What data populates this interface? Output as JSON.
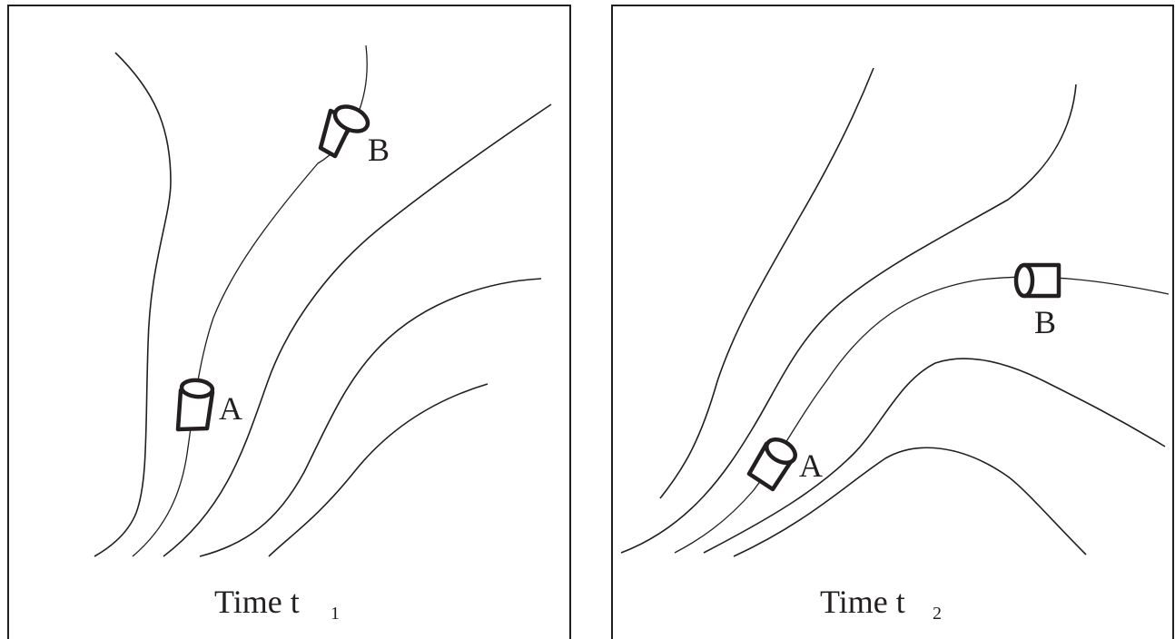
{
  "panels": [
    {
      "caption": "Time  t",
      "subscript": "1",
      "drifter_a_label": "A",
      "drifter_b_label": "B"
    },
    {
      "caption": "Time  t",
      "subscript": "2",
      "drifter_a_label": "A",
      "drifter_b_label": "B"
    }
  ],
  "colors": {
    "ink": "#231f20",
    "background": "#ffffff"
  }
}
